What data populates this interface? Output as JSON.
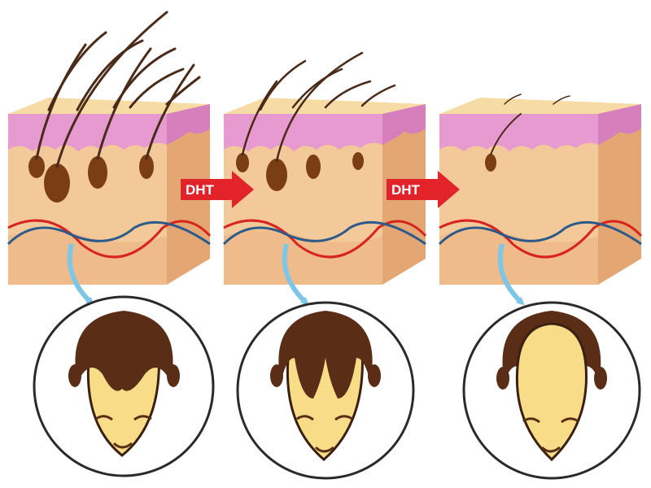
{
  "diagram": {
    "arrow_labels": [
      "DHT",
      "DHT"
    ],
    "stages": [
      {
        "hair_density": "full"
      },
      {
        "hair_density": "receding"
      },
      {
        "hair_density": "bald"
      }
    ]
  },
  "colors": {
    "skin_top": "#f6dca4",
    "epidermis": "#e69ad0",
    "dermis_front": "#f3c99a",
    "dermis_side": "#e4a673",
    "hair": "#4a2a18",
    "follicle": "#7a3d14",
    "artery": "#d8241e",
    "vein": "#2c5a8a",
    "arrow_red": "#e3232a",
    "scalp_hair": "#5a2d16",
    "face": "#f8dc88",
    "pointer_blue": "#7ec6e8"
  }
}
